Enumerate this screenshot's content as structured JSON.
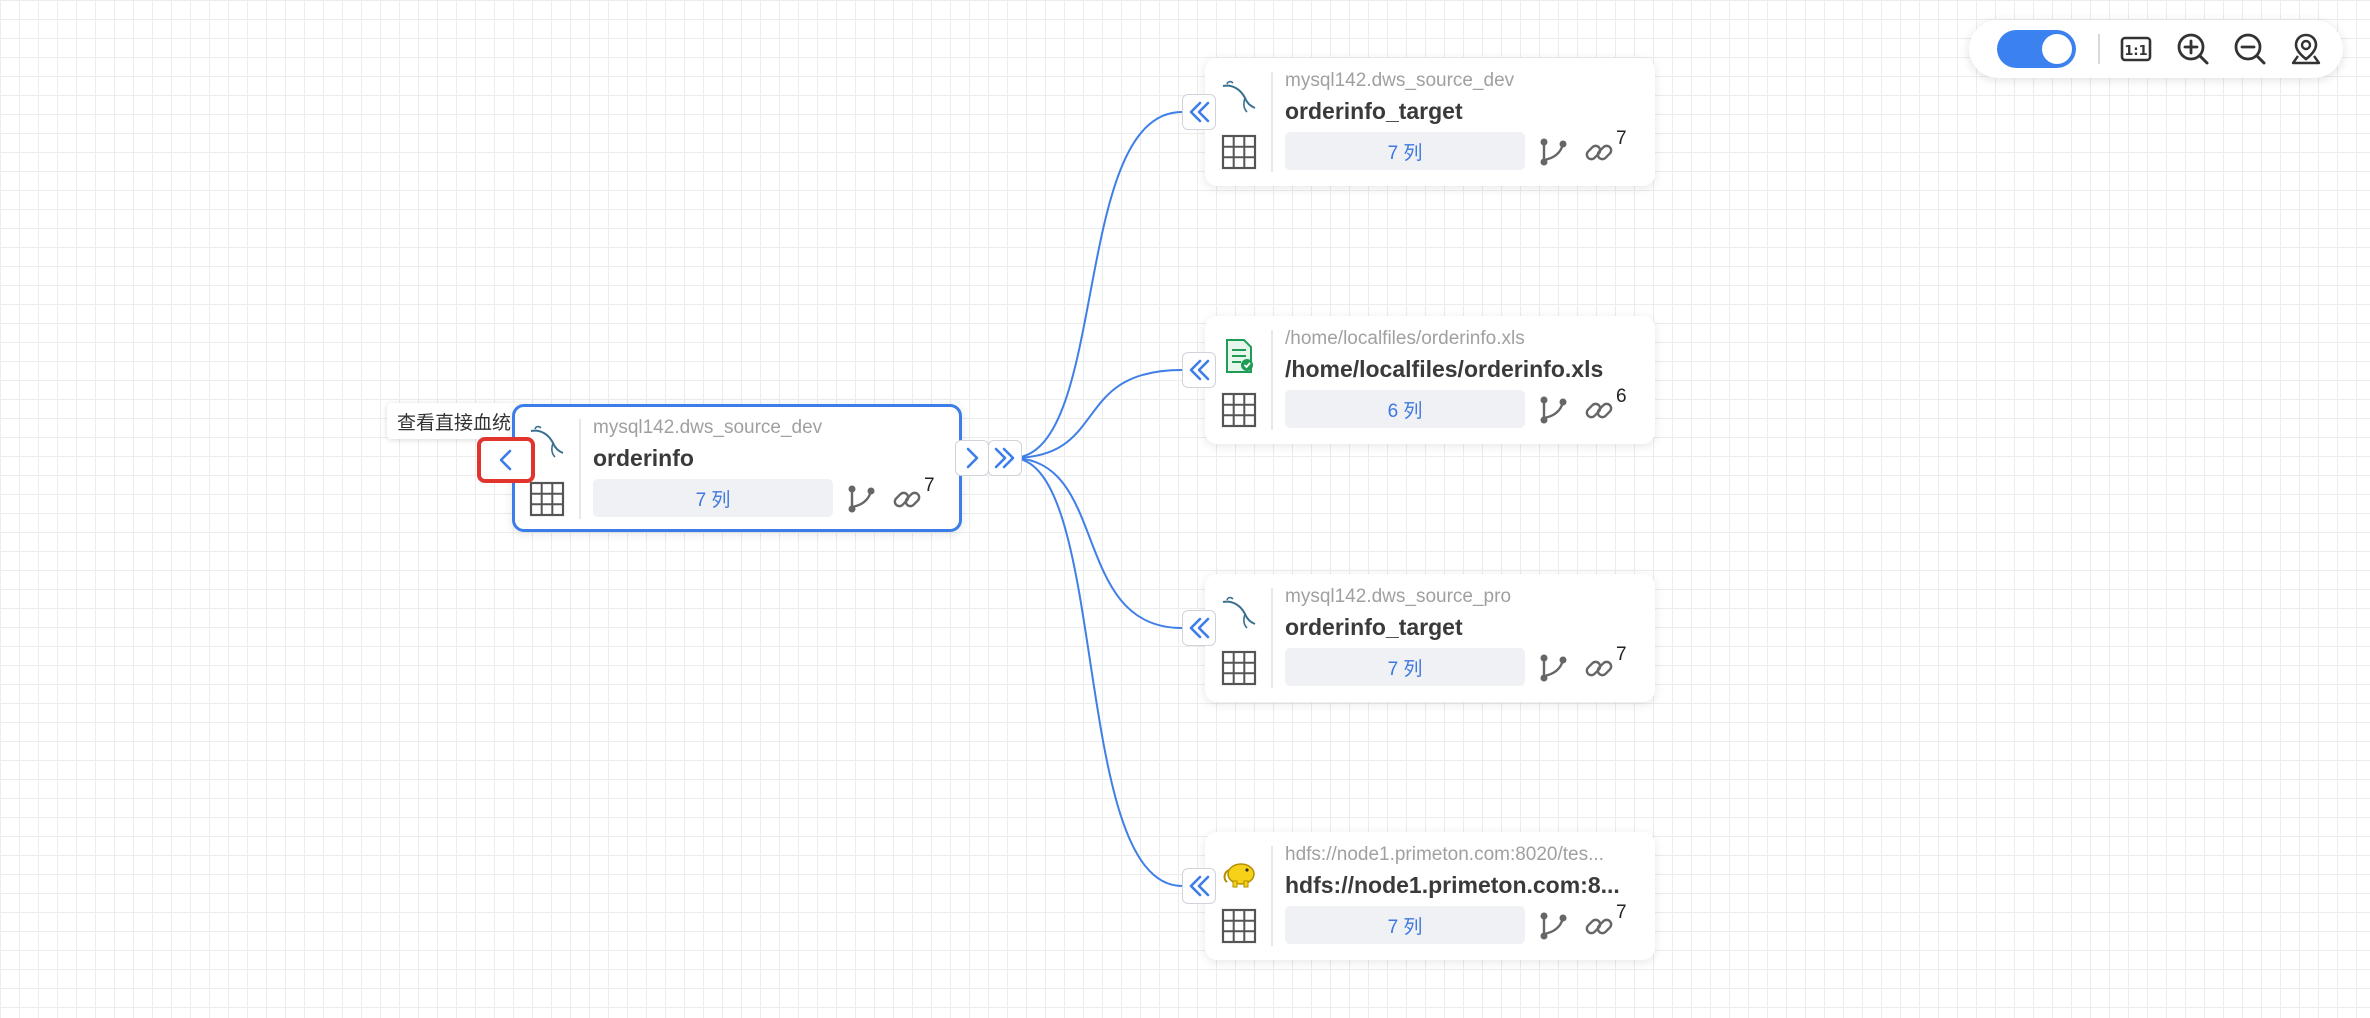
{
  "toolbar": {
    "toggle_on": true,
    "items": [
      {
        "name": "fit-view-icon"
      },
      {
        "name": "zoom-in-icon"
      },
      {
        "name": "zoom-out-icon"
      },
      {
        "name": "locate-icon"
      }
    ]
  },
  "colors": {
    "accent": "#3c7ee9",
    "edge": "#3f7fe6",
    "highlight": "#e0342c"
  },
  "tooltip": {
    "text": "查看直接血统"
  },
  "center_node": {
    "db": "mysql142.dws_source_dev",
    "name": "orderinfo",
    "columns": "7 列",
    "link_count": "7",
    "icon": "mysql-icon"
  },
  "targets": [
    {
      "db": "mysql142.dws_source_dev",
      "name": "orderinfo_target",
      "columns": "7 列",
      "link_count": "7",
      "icon": "mysql-icon"
    },
    {
      "db": "/home/localfiles/orderinfo.xls",
      "name": "/home/localfiles/orderinfo.xls",
      "columns": "6 列",
      "link_count": "6",
      "icon": "excel-file-icon"
    },
    {
      "db": "mysql142.dws_source_pro",
      "name": "orderinfo_target",
      "columns": "7 列",
      "link_count": "7",
      "icon": "mysql-icon"
    },
    {
      "db": "hdfs://node1.primeton.com:8020/tes...",
      "name": "hdfs://node1.primeton.com:8...",
      "columns": "7 列",
      "link_count": "7",
      "icon": "hadoop-icon"
    }
  ]
}
